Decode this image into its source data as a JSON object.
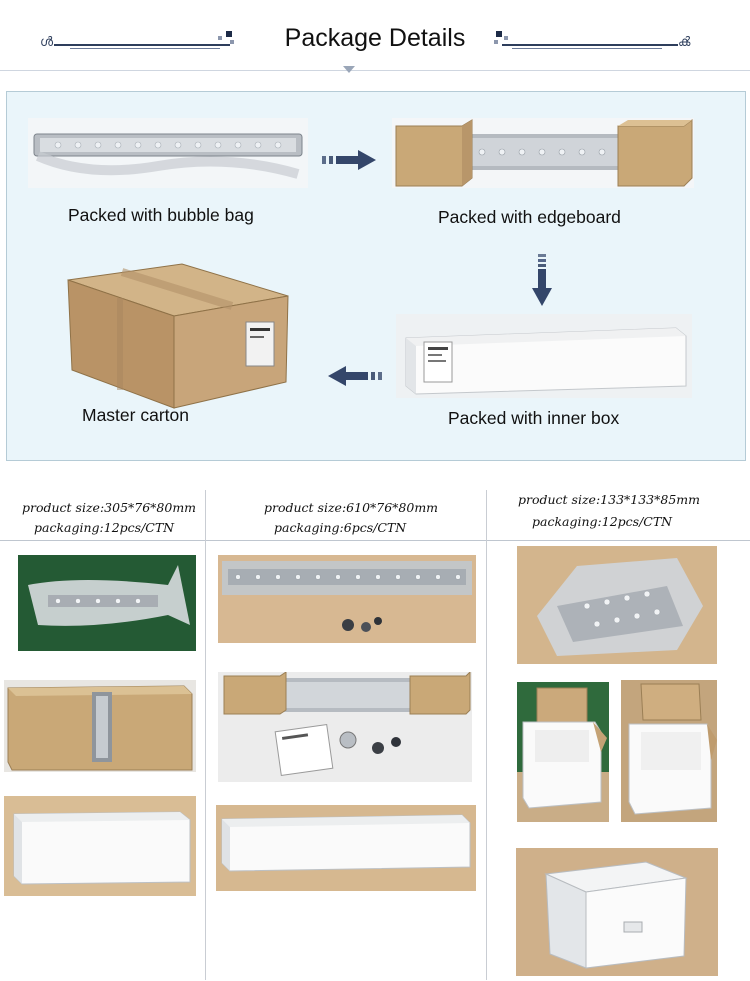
{
  "header": {
    "title": "Package Details"
  },
  "flow": {
    "steps": [
      {
        "label": "Packed with bubble bag"
      },
      {
        "label": "Packed with edgeboard"
      },
      {
        "label": "Packed with inner box"
      },
      {
        "label": "Master carton"
      }
    ]
  },
  "products": [
    {
      "size": "product size:305*76*80mm",
      "packaging": "packaging:12pcs/CTN"
    },
    {
      "size": "product size:610*76*80mm",
      "packaging": "packaging:6pcs/CTN"
    },
    {
      "size": "product size:133*133*85mm",
      "packaging": "packaging:12pcs/CTN"
    }
  ],
  "colors": {
    "accent": "#2e3e5c",
    "panel_bg": "#eaf5fa",
    "cardboard": "#c9a877",
    "warehouse_floor": "#d4b793"
  }
}
